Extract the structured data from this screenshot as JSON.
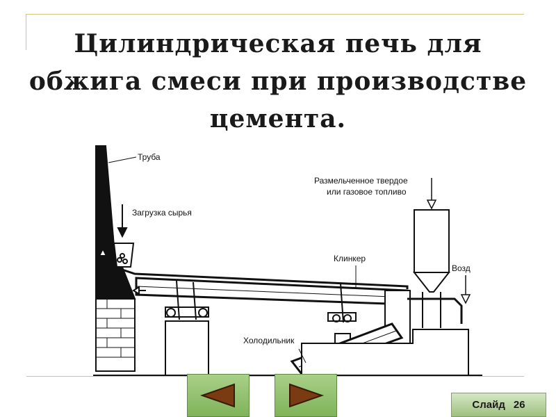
{
  "slide": {
    "title": "Цилиндрическая печь для обжига смеси при производстве цемента.",
    "accent_color": "#d7c27a"
  },
  "diagram": {
    "labels": {
      "pipe": "Труба",
      "raw_load": "Загрузка сырья",
      "fuel_line1": "Размельченное твердое",
      "fuel_line2": "или газовое топливо",
      "clinker": "Клинкер",
      "air": "Возд",
      "cooler": "Холодильник"
    }
  },
  "navigation": {
    "prev_icon": "triangle-left-icon",
    "next_icon": "triangle-right-icon",
    "button_color": "#8fbf6a"
  },
  "footer": {
    "slide_label": "Слайд",
    "slide_number": "26"
  }
}
